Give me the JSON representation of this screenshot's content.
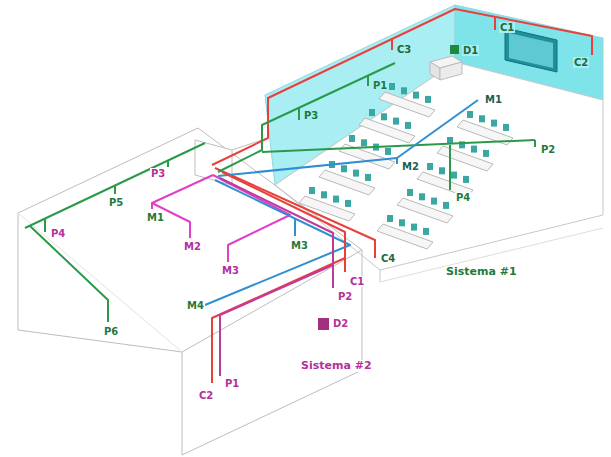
{
  "diagram": {
    "labels": [
      "C1",
      "C2",
      "C3",
      "D1",
      "P1",
      "P3",
      "M1",
      "P2",
      "M2",
      "P4",
      "C4",
      "Sistema #1",
      "P3",
      "P5",
      "P4",
      "M1",
      "M2",
      "M3",
      "M3",
      "M4",
      "C1",
      "P2",
      "D2",
      "P6",
      "P1",
      "C2",
      "Sistema #2"
    ]
  }
}
